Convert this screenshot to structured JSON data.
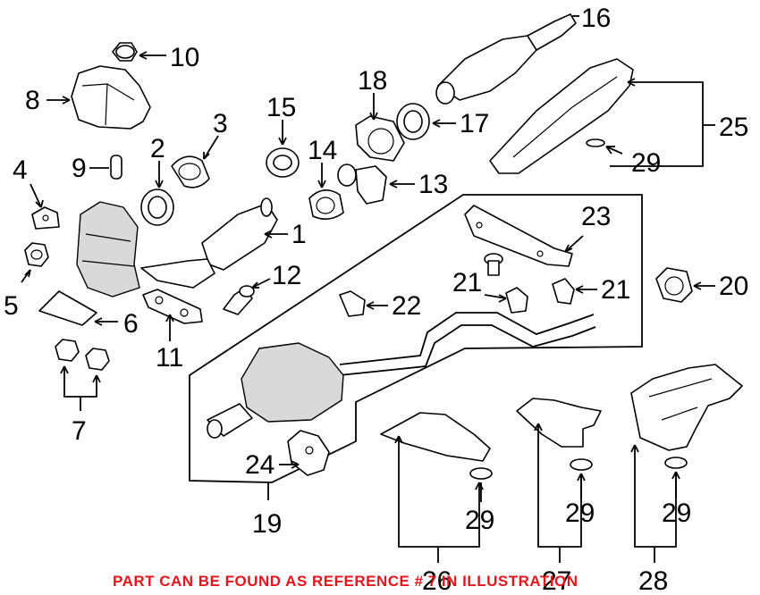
{
  "callouts": {
    "n1": "1",
    "n2": "2",
    "n3": "3",
    "n4": "4",
    "n5": "5",
    "n6": "6",
    "n7": "7",
    "n8": "8",
    "n9": "9",
    "n10": "10",
    "n11": "11",
    "n12": "12",
    "n13": "13",
    "n14": "14",
    "n15": "15",
    "n16": "16",
    "n17": "17",
    "n18": "18",
    "n19": "19",
    "n20": "20",
    "n21a": "21",
    "n21b": "21",
    "n22": "22",
    "n23": "23",
    "n24": "24",
    "n25": "25",
    "n26": "26",
    "n27": "27",
    "n28": "28",
    "n29a": "29",
    "n29b": "29",
    "n29c": "29",
    "n29d": "29"
  },
  "banner": "PART CAN BE FOUND AS REFERENCE # 7 IN ILLUSTRATION",
  "colors": {
    "banner": "#e8141b",
    "ink": "#000000",
    "shade": "#d9d9d9"
  }
}
